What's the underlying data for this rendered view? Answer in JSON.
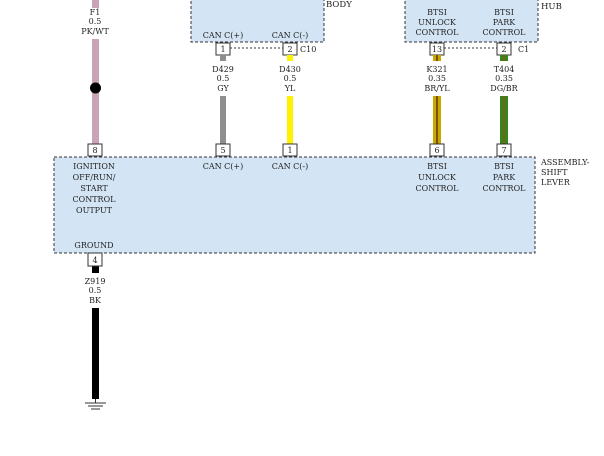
{
  "colors": {
    "module_fill": "#d3e4f4",
    "module_border": "#333333",
    "pk_wt": "#c9a3b6",
    "gy": "#8e8e8e",
    "yl": "#fff200",
    "br_yl_base": "#c8a800",
    "br_yl_stripe": "#7a5200",
    "dg_br_base": "#2e8a1c",
    "dg_br_stripe": "#8a5a14",
    "bk": "#000000"
  },
  "modules": {
    "body_label": "BODY",
    "hub_label": "HUB",
    "shift_lever_label": [
      "ASSEMBLY-",
      "SHIFT",
      "LEVER"
    ]
  },
  "connectors": {
    "c10": "C10",
    "c1": "C1"
  },
  "body_pins": [
    {
      "pin": "1",
      "label": "CAN C(+)"
    },
    {
      "pin": "2",
      "label": "CAN C(-)"
    }
  ],
  "hub_pins": [
    {
      "pin": "13",
      "label": [
        "BTSI",
        "UNLOCK",
        "CONTROL"
      ]
    },
    {
      "pin": "2",
      "label": [
        "BTSI",
        "PARK",
        "CONTROL"
      ]
    }
  ],
  "wires": [
    {
      "circuit": "F1",
      "gauge": "0.5",
      "color": "PK/WT"
    },
    {
      "circuit": "D429",
      "gauge": "0.5",
      "color": "GY"
    },
    {
      "circuit": "D430",
      "gauge": "0.5",
      "color": "YL"
    },
    {
      "circuit": "K321",
      "gauge": "0.35",
      "color": "BR/YL"
    },
    {
      "circuit": "T404",
      "gauge": "0.35",
      "color": "DG/BR"
    },
    {
      "circuit": "Z919",
      "gauge": "0.5",
      "color": "BK"
    }
  ],
  "lever_pins": [
    {
      "pin": "8",
      "label": [
        "IGNITION",
        "OFF/RUN/",
        "START",
        "CONTROL",
        "OUTPUT"
      ]
    },
    {
      "pin": "5",
      "label": [
        "CAN C(+)"
      ]
    },
    {
      "pin": "1",
      "label": [
        "CAN C(-)"
      ]
    },
    {
      "pin": "6",
      "label": [
        "BTSI",
        "UNLOCK",
        "CONTROL"
      ]
    },
    {
      "pin": "7",
      "label": [
        "BTSI",
        "PARK",
        "CONTROL"
      ]
    },
    {
      "pin": "4",
      "label": [
        "GROUND"
      ]
    }
  ]
}
